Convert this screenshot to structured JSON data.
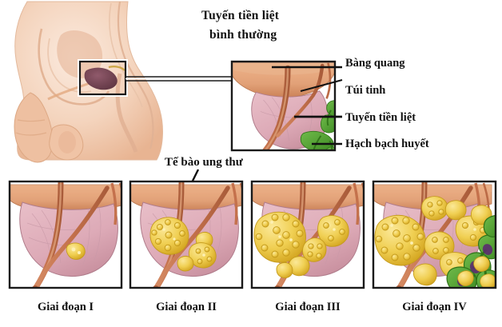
{
  "diagram": {
    "language": "vi",
    "title": {
      "line1": "Tuyến tiền liệt",
      "line2": "bình thường"
    },
    "cancer_cells_label": "Tế bào ung thư",
    "anatomy_labels": [
      {
        "id": "bladder",
        "label": "Bàng quang",
        "color": "#e2a178"
      },
      {
        "id": "seminal",
        "label": "Túi tinh",
        "color": "#c98a63"
      },
      {
        "id": "prostate",
        "label": "Tuyến tiền liệt",
        "color": "#ddaab7"
      },
      {
        "id": "lymph-nodes",
        "label": "Hạch bạch huyết",
        "color": "#4f9e33"
      }
    ],
    "stages": [
      {
        "id": "stage-1",
        "label": "Giai đoạn I",
        "tumor_count": 1,
        "tumor_extent": "confined-small"
      },
      {
        "id": "stage-2",
        "label": "Giai đoạn II",
        "tumor_count": 5,
        "tumor_extent": "confined-large"
      },
      {
        "id": "stage-3",
        "label": "Giai đoạn III",
        "tumor_count": 7,
        "tumor_extent": "beyond-capsule"
      },
      {
        "id": "stage-4",
        "label": "Giai đoạn IV",
        "tumor_count": 12,
        "tumor_extent": "lymph-node-metastasis"
      }
    ],
    "palette": {
      "skin_light": "#f6dccb",
      "skin_mid": "#eec3a8",
      "skin_deep": "#e0a177",
      "bladder": "#e2a178",
      "bladder_shade": "#cf8a5f",
      "prostate": "#ddaab7",
      "prostate_shade": "#c68d9c",
      "duct": "#c4714c",
      "duct_dark": "#a55637",
      "tumor": "#f0cf52",
      "tumor_shade": "#d9ad2c",
      "lymph": "#4f9e33",
      "lymph_dark": "#2f7318",
      "lymph_core": "#5b2c6f",
      "prostate_dark_inset": "#6e3d4c",
      "frame": "#1a1a1a",
      "text": "#111111"
    }
  }
}
